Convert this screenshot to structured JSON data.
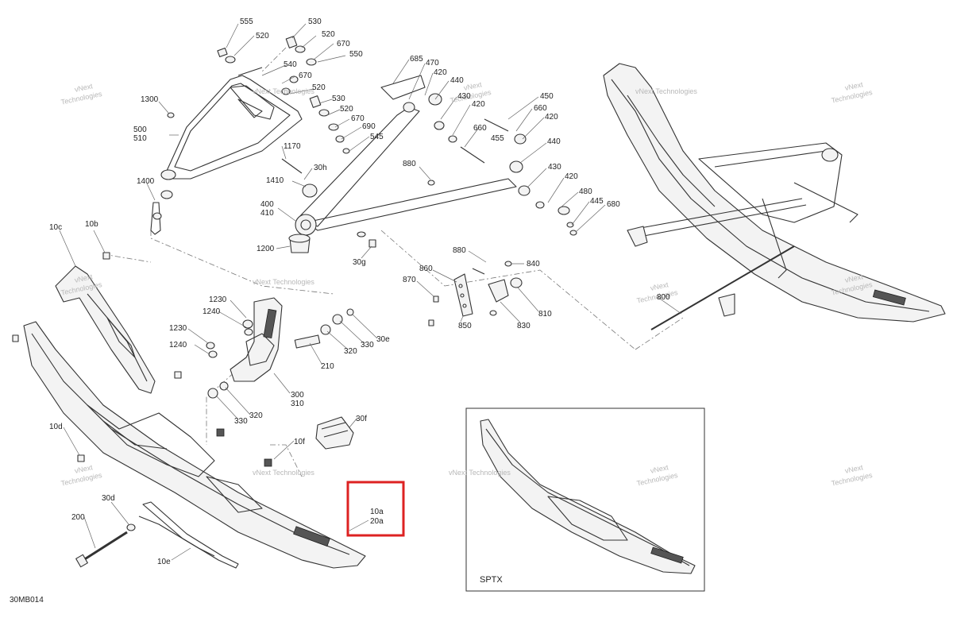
{
  "drawing_code": "30MB014",
  "inset_label": "SPTX",
  "watermark_line1": "vNext",
  "watermark_line2": "Technologies",
  "watermark_single": "vNext Technologies",
  "highlight_labels": [
    "10a",
    "20a"
  ],
  "labels": [
    "555",
    "520",
    "530",
    "520",
    "540",
    "670",
    "550",
    "670",
    "520",
    "1300",
    "500",
    "510",
    "530",
    "520",
    "670",
    "690",
    "545",
    "685",
    "470",
    "420",
    "440",
    "430",
    "420",
    "450",
    "660",
    "420",
    "660",
    "455",
    "1170",
    "30h",
    "1410",
    "880",
    "440",
    "430",
    "420",
    "480",
    "445",
    "680",
    "1400",
    "400",
    "410",
    "10c",
    "10b",
    "1200",
    "30g",
    "880",
    "840",
    "860",
    "870",
    "810",
    "850",
    "830",
    "1230",
    "1240",
    "1230",
    "1240",
    "30e",
    "330",
    "320",
    "210",
    "300",
    "310",
    "330",
    "320",
    "30f",
    "10f",
    "10d",
    "800",
    "30d",
    "200",
    "10e"
  ],
  "colors": {
    "highlight": "#dd2222",
    "line": "#333333",
    "watermark": "#b8b8b8"
  }
}
